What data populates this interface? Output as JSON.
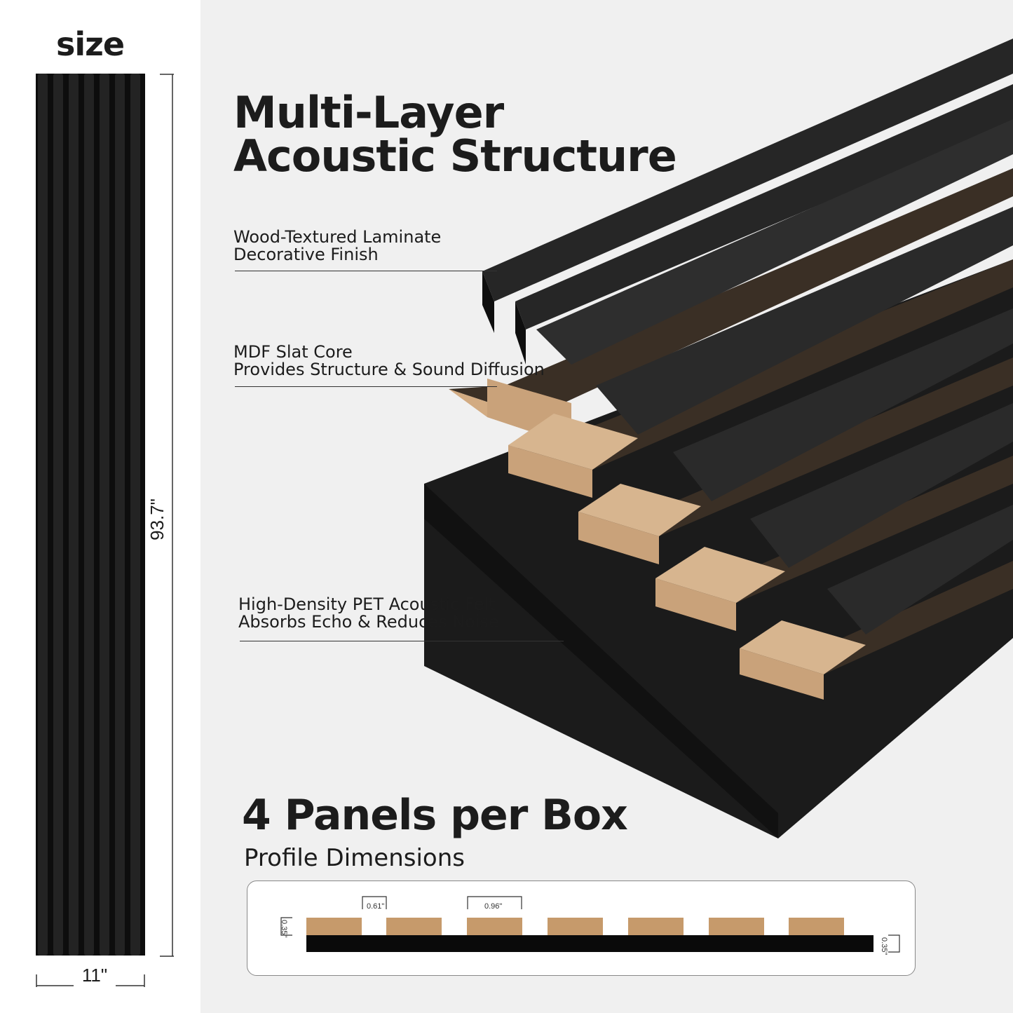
{
  "size_title": "size",
  "panel_height_label": "93.7\"",
  "panel_width_label": "11\"",
  "heading": {
    "line1": "Multi-Layer",
    "line2": "Acoustic Structure"
  },
  "layers": [
    {
      "line1": "Wood-Textured Laminate",
      "line2": "Decorative Finish"
    },
    {
      "line1": "MDF Slat Core",
      "line2": "Provides Structure & Sound Diffusion"
    },
    {
      "line1": "High-Density PET Acoustic Felt",
      "line2": "Absorbs Echo & Reduces Noise"
    }
  ],
  "box_heading": "4 Panels per Box",
  "profile_heading": "Profile Dimensions",
  "profile": {
    "gap_label": "0.61\"",
    "slat_width_label": "0.96\"",
    "slat_height_label": "0.35\"",
    "felt_height_label": "0.35\""
  },
  "colors": {
    "panel_black": "#1a1a1a",
    "mdf_tan": "#c9a27a",
    "profile_slat": "#c69a6b",
    "felt_black": "#0a0a0a",
    "background_gray": "#f0f0f0"
  }
}
